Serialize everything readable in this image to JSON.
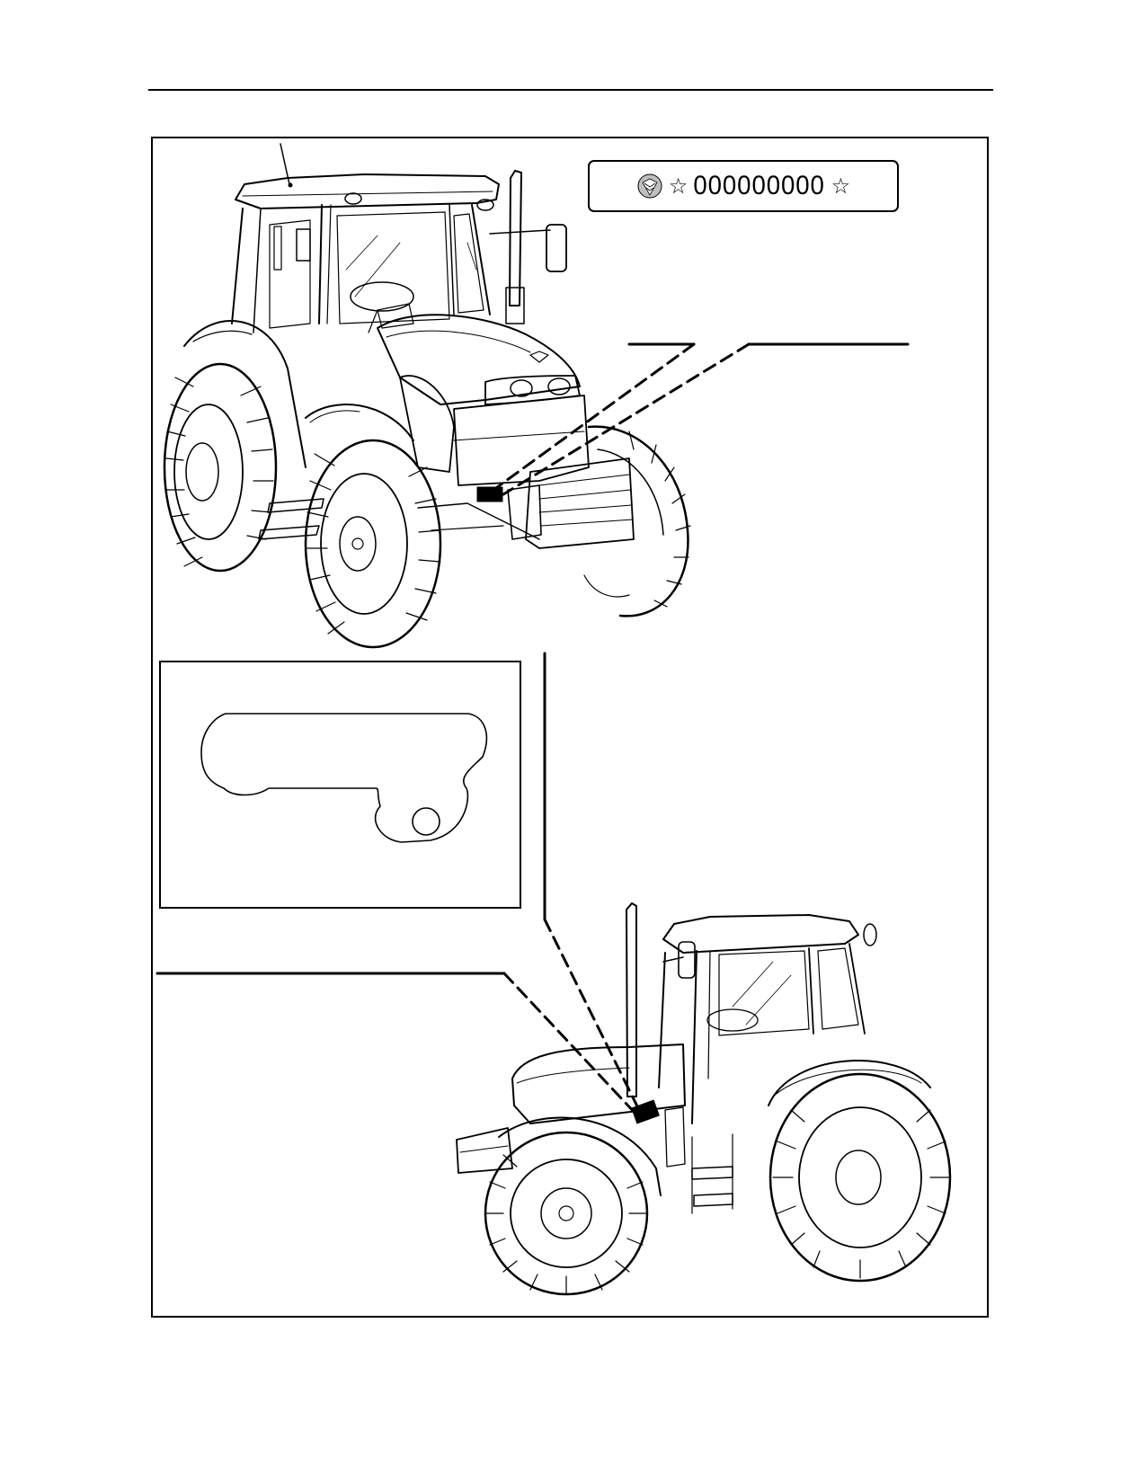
{
  "page": {
    "background": "#ffffff",
    "ink": "#000000"
  },
  "serial_plate": {
    "logo_icon": "new-holland-leaf-icon",
    "star_left": "☆",
    "number": "000000000",
    "star_right": "☆"
  },
  "illustrations": {
    "front_view": "tractor-front-three-quarter-illustration",
    "rear_view": "tractor-side-illustration",
    "detail": "chassis-number-plate-outline-icon"
  }
}
